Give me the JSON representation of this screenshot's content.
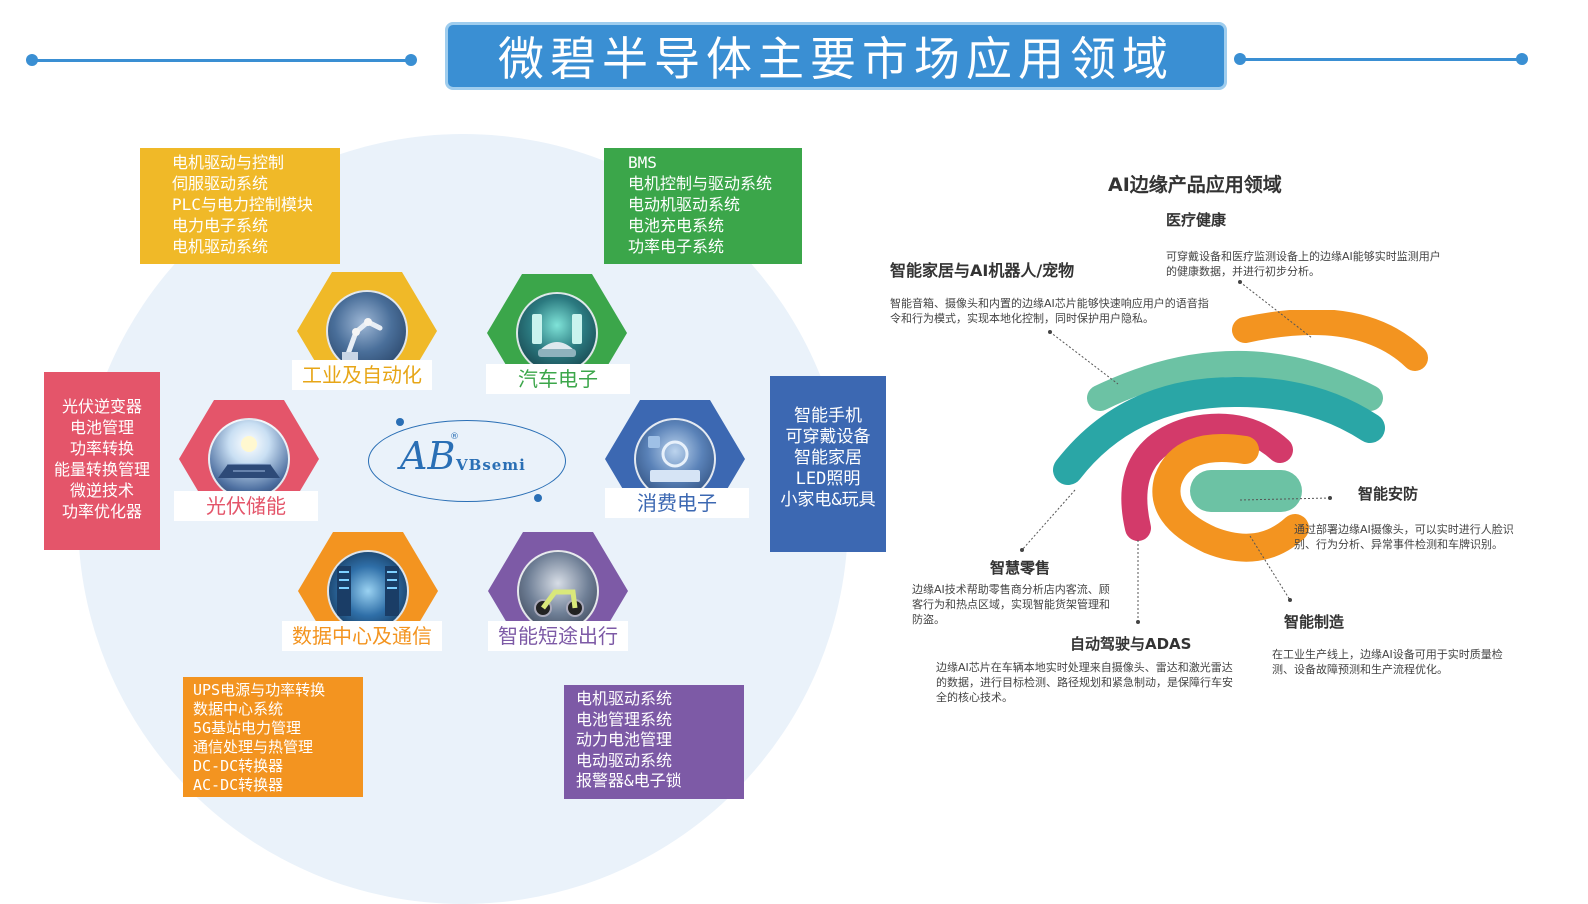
{
  "title": "微碧半导体主要市场应用领域",
  "colors": {
    "title_bg": "#3a8fd3",
    "industrial": "#f0b928",
    "automotive": "#3ba64a",
    "solar": "#e4556a",
    "consumer": "#3c68b2",
    "datacenter": "#f39420",
    "mobility": "#7d5aa6"
  },
  "logo": {
    "mark": "AB",
    "name": "VBsemi",
    "reg": "®"
  },
  "markets": {
    "industrial": {
      "label": "工业及自动化",
      "items": [
        "电机驱动与控制",
        "伺服驱动系统",
        "PLC与电力控制模块",
        "电力电子系统",
        "电机驱动系统"
      ]
    },
    "automotive": {
      "label": "汽车电子",
      "items": [
        "BMS",
        "电机控制与驱动系统",
        "电动机驱动系统",
        "电池充电系统",
        "功率电子系统"
      ]
    },
    "solar": {
      "label": "光伏储能",
      "items": [
        "光伏逆变器",
        "电池管理",
        "功率转换",
        "能量转换管理",
        "微逆技术",
        "功率优化器"
      ]
    },
    "consumer": {
      "label": "消费电子",
      "items": [
        "智能手机",
        "可穿戴设备",
        "智能家居",
        "LED照明",
        "小家电&玩具"
      ]
    },
    "datacenter": {
      "label": "数据中心及通信",
      "items": [
        "UPS电源与功率转换",
        "数据中心系统",
        "5G基站电力管理",
        "通信处理与热管理",
        "DC-DC转换器",
        "AC-DC转换器"
      ]
    },
    "mobility": {
      "label": "智能短途出行",
      "items": [
        "电机驱动系统",
        "电池管理系统",
        "动力电池管理",
        "电动驱动系统",
        "报警器&电子锁"
      ]
    }
  },
  "ai": {
    "title": "AI边缘产品应用领域",
    "medical": {
      "title": "医疗健康",
      "desc": "可穿戴设备和医疗监测设备上的边缘AI能够实时监测用户的健康数据，并进行初步分析。"
    },
    "home": {
      "title": "智能家居与AI机器人/宠物",
      "desc": "智能音箱、摄像头和内置的边缘AI芯片能够快速响应用户的语音指令和行为模式，实现本地化控制，同时保护用户隐私。"
    },
    "security": {
      "title": "智能安防",
      "desc": "通过部署边缘AI摄像头，可以实时进行人脸识别、行为分析、异常事件检测和车牌识别。"
    },
    "retail": {
      "title": "智慧零售",
      "desc": "边缘AI技术帮助零售商分析店内客流、顾客行为和热点区域，实现智能货架管理和防盗。"
    },
    "adas": {
      "title": "自动驾驶与ADAS",
      "desc": "边缘AI芯片在车辆本地实时处理来自摄像头、雷达和激光雷达的数据，进行目标检测、路径规划和紧急制动，是保障行车安全的核心技术。"
    },
    "manufacturing": {
      "title": "智能制造",
      "desc": "在工业生产线上，边缘AI设备可用于实时质量检测、设备故障预测和生产流程优化。"
    }
  }
}
